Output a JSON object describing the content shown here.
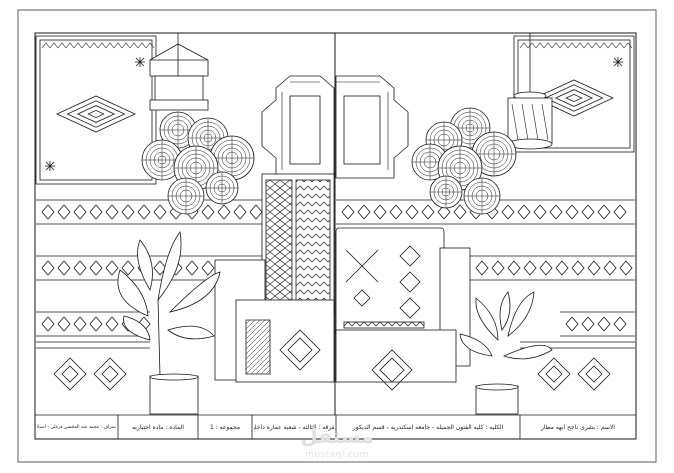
{
  "title_block": {
    "student_name": "الاسم : بشرى ناجح ابهه مظار",
    "faculty": "الكليه : كليه الفنون الجميله - جامعه اسكندريه - قسم الديكور",
    "grade": "الفرقه : الثالثه - شعبه عماره داخليه",
    "group": "مجموعه : 1",
    "subject": "الماده : ماده اختياريه",
    "supervisor": "اشراف : محمد عبد المحسن فرغلي - استاذ"
  },
  "watermark": {
    "logo_text": "مستقل",
    "site": "mostaql.com"
  },
  "palette": {
    "line": "#1a1a1a",
    "paper": "#ffffff",
    "watermark": "#e1e1e1"
  },
  "icons": [
    "diamond-pattern-icon",
    "lamp-icon",
    "woven-plate-icon",
    "plant-icon",
    "chair-icon",
    "mirror-icon",
    "star-icon"
  ]
}
